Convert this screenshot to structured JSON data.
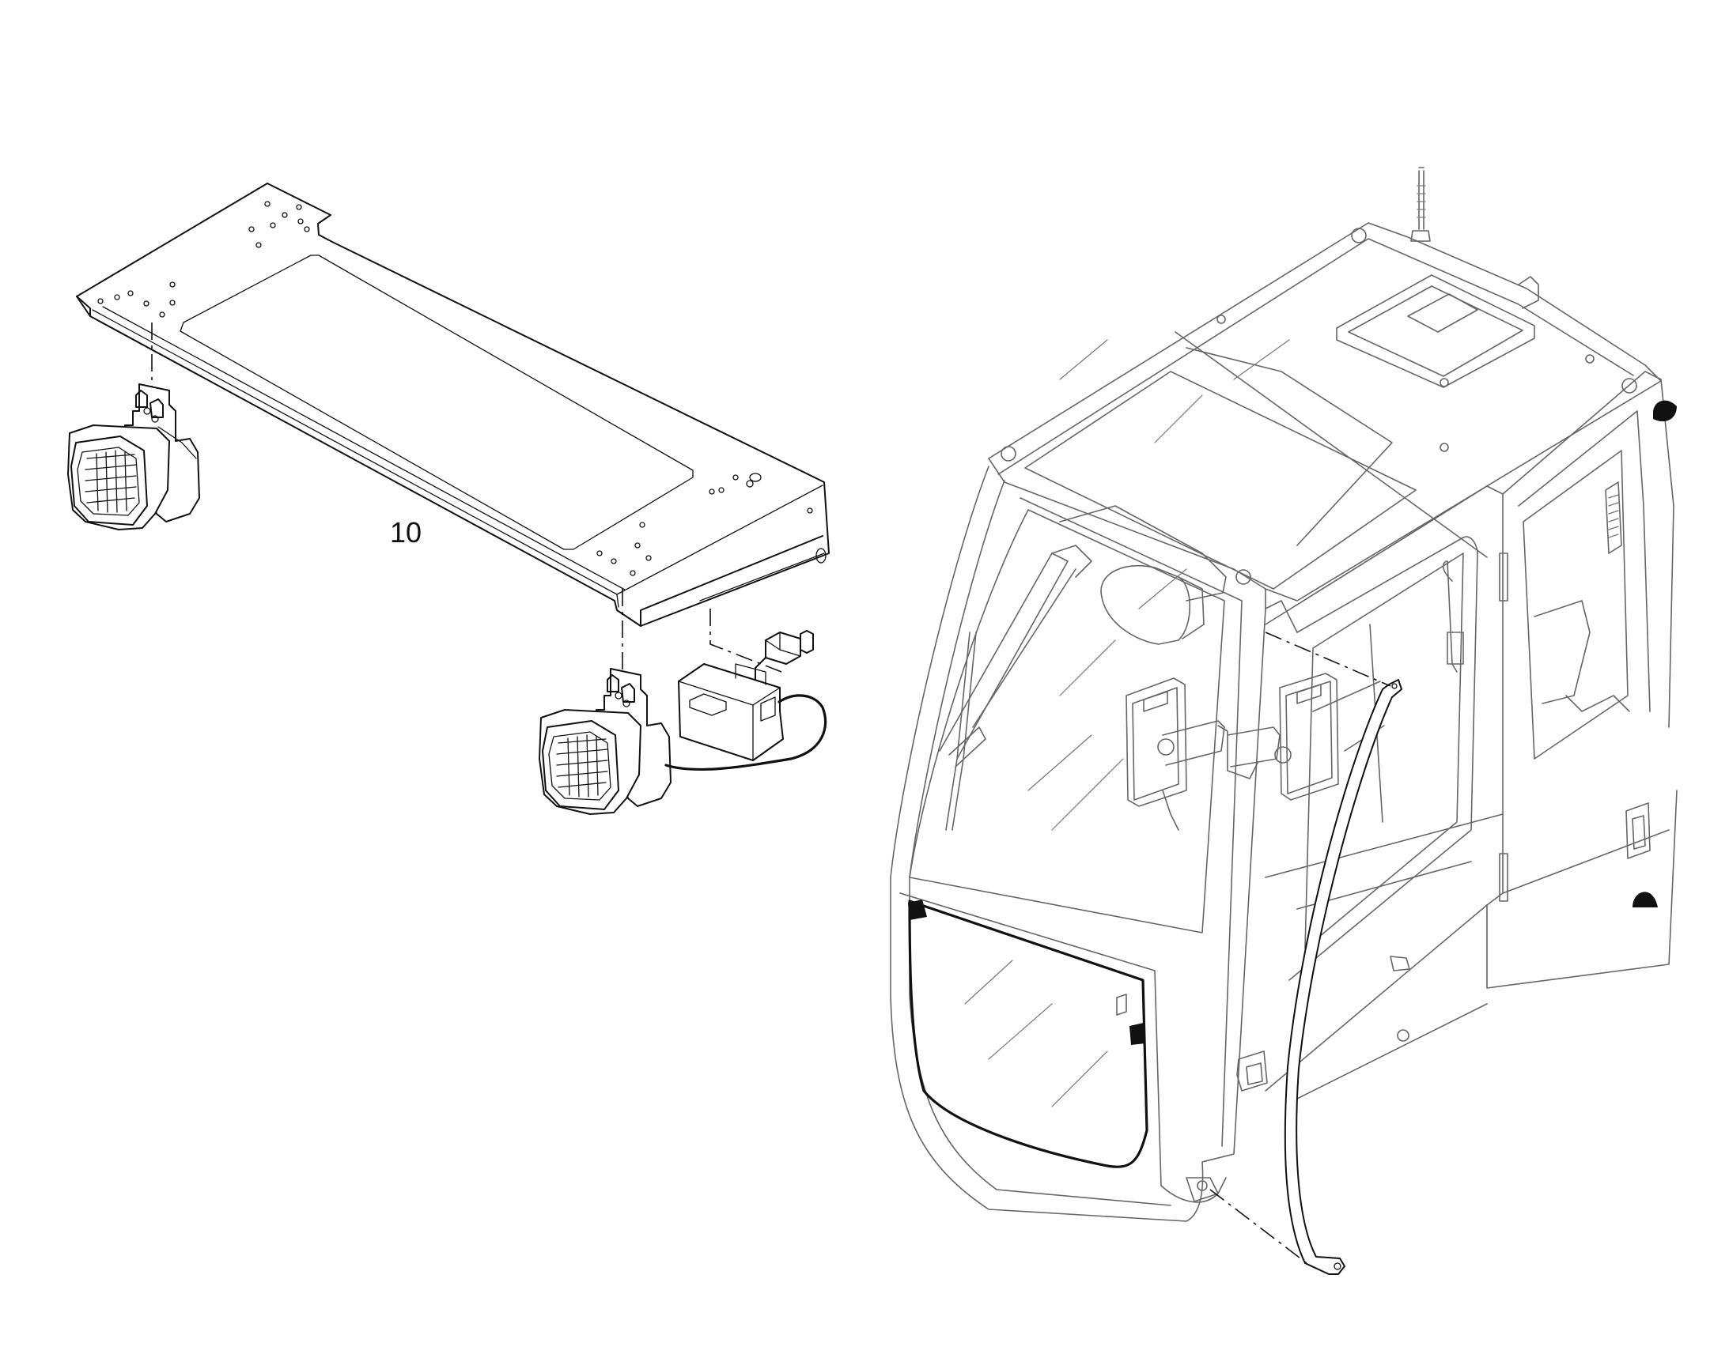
{
  "diagram": {
    "callouts": [
      {
        "id": "part-10",
        "label": "10"
      }
    ],
    "colors": {
      "line": "#111111",
      "background": "#ffffff",
      "light_line": "#777777"
    },
    "parts": [
      {
        "name": "cab-roof-light-bracket"
      },
      {
        "name": "work-light"
      },
      {
        "name": "work-light"
      },
      {
        "name": "relay-box"
      },
      {
        "name": "wiring-connector"
      },
      {
        "name": "operator-cab"
      },
      {
        "name": "cab-grab-handle"
      }
    ]
  }
}
